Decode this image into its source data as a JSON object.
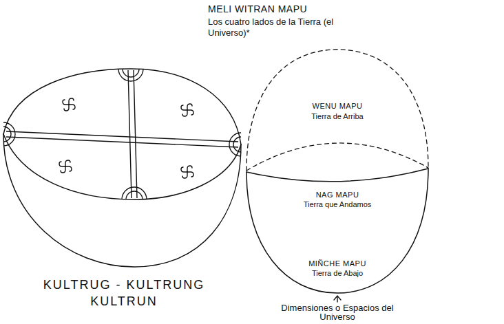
{
  "diagram": {
    "title": "MELI WITRAN MAPU",
    "nodes": [
      {
        "text": [
          "KULTRUG - KULTRUNG KULTRUN"
        ]
      },
      {
        "text": [
          "WENU MAPU",
          "Tierra de Arriba"
        ]
      },
      {
        "text": [
          "NAG MAPU",
          "Tierra que Andamos",
          "MIÑCHE MAPU",
          "Tierra de Abajo"
        ]
      }
    ],
    "labels": [
      "Los cuatro lados de la Tierra (el Universo)*",
      "Dimensiones o Espacios del Universo"
    ]
  }
}
